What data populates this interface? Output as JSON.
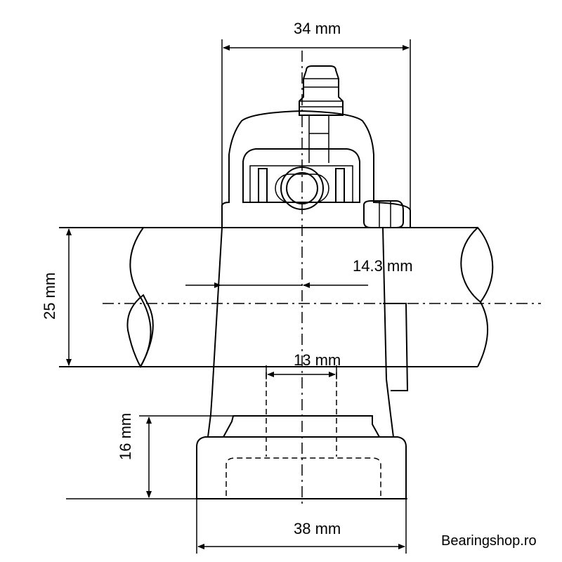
{
  "dimensions": {
    "top_width": "34 mm",
    "shaft_height": "25 mm",
    "center_offset": "14.3 mm",
    "bolt_spacing": "13 mm",
    "base_height": "16 mm",
    "base_width": "38 mm"
  },
  "watermark": "Bearingshop.ro",
  "colors": {
    "line": "#000000",
    "fill_gray": "#c8c8c8",
    "body_white": "#ffffff"
  }
}
